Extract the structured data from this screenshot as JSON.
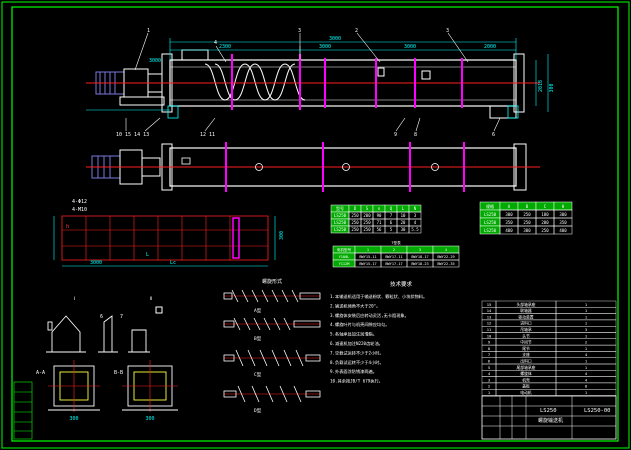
{
  "colors": {
    "background": "#000000",
    "frame": "#00ff00",
    "outline": "#ffffff",
    "centerline": "#ff2020",
    "dimension": "#00ffff",
    "section": "#ff00ff",
    "motor": "#6a6acf",
    "table_header": "#00c000",
    "note": "#ffff40"
  },
  "leaders": {
    "top": [
      "1",
      "4",
      "3",
      "2",
      "3"
    ],
    "bottom_left": "10 15 14 13",
    "bottom_mid": "12 11",
    "bottom_r1": "9",
    "bottom_r2": "8",
    "bottom_r3": "6",
    "detail_a": "6",
    "detail_b": "7"
  },
  "dims": {
    "overall": "3000",
    "seg1": "3000",
    "seg2": "3000",
    "seg3": "3000",
    "left": "2300",
    "right": "2000",
    "height_right": "2018",
    "height_mid": "300",
    "plan_w": "3000",
    "plan_h": "300",
    "plan_hb": "h",
    "plan_l": "L",
    "plan_lr": "Lc",
    "detail_w1": "300",
    "detail_w2": "300"
  },
  "labels": {
    "flange_note": "4-Φ12",
    "flange_note2": "4-M10",
    "section_a": "A-A",
    "section_b": "B-B",
    "detail_view1": "Ⅰ",
    "detail_view2": "Ⅱ",
    "screw_title": "螺旋形式",
    "screw_a": "A型",
    "screw_b": "B型",
    "screw_c": "C型",
    "screw_d": "D型",
    "tech_title": "技术要求",
    "tb_model": "LS250",
    "tb_name": "螺旋输送机",
    "tb_code": "LS250-00"
  },
  "tech_notes": [
    "1.本输送机适用于输送粉状、颗粒状、小块状物料。",
    "2.输送机倾角不大于20°。",
    "3.螺旋体安装后应转动灵活,无卡阻现象。",
    "4.螺旋叶片与机壳间隙应均匀。",
    "5.各轴承处加注润滑脂。",
    "6.减速机加注N220齿轮油。",
    "7.空载试运转不少于2小时。",
    "8.负载试运转不少于4小时。",
    "9.外表面涂防锈漆两遍。",
    "10.其余按JB/T 679执行。"
  ],
  "table1": {
    "header": [
      "型号",
      "D",
      "S",
      "n",
      "Q",
      "L",
      "N"
    ],
    "rows": [
      [
        "LS250",
        "250",
        "200",
        "90",
        "7",
        "10",
        "3"
      ],
      [
        "LS250",
        "250",
        "250",
        "71",
        "6",
        "20",
        "4"
      ],
      [
        "LS250",
        "250",
        "250",
        "56",
        "5",
        "30",
        "5.5"
      ]
    ]
  },
  "table2": {
    "title": "T型表",
    "header": [
      "电机型号",
      "1",
      "2",
      "3",
      "4"
    ],
    "rows": [
      [
        "Y100L",
        "BWY15-11",
        "BWY17-11",
        "BWY18-17",
        "BWY22-29"
      ],
      [
        "Y112M",
        "BWY15-17",
        "BWY17-17",
        "BWY18-23",
        "BWY22-35"
      ]
    ]
  },
  "table3": {
    "header": [
      "规格",
      "A",
      "B",
      "C",
      "H"
    ],
    "rows": [
      [
        "LS250",
        "300",
        "250",
        "180",
        "300"
      ],
      [
        "LS250",
        "350",
        "250",
        "200",
        "350"
      ],
      [
        "LS250",
        "400",
        "300",
        "250",
        "400"
      ]
    ]
  },
  "bom": [
    [
      "15",
      "头部轴承座",
      "1"
    ],
    [
      "14",
      "联轴器",
      "1"
    ],
    [
      "13",
      "驱动装置",
      "1"
    ],
    [
      "12",
      "进料口",
      "1"
    ],
    [
      "11",
      "吊轴承",
      "3"
    ],
    [
      "10",
      "头节",
      "1"
    ],
    [
      "9",
      "中间节",
      "2"
    ],
    [
      "8",
      "尾节",
      "1"
    ],
    [
      "7",
      "支座",
      "4"
    ],
    [
      "6",
      "出料口",
      "1"
    ],
    [
      "5",
      "尾部轴承座",
      "1"
    ],
    [
      "4",
      "螺旋体",
      "4"
    ],
    [
      "3",
      "机壳",
      "4"
    ],
    [
      "2",
      "盖板",
      "8"
    ],
    [
      "1",
      "电动机",
      "1"
    ]
  ]
}
